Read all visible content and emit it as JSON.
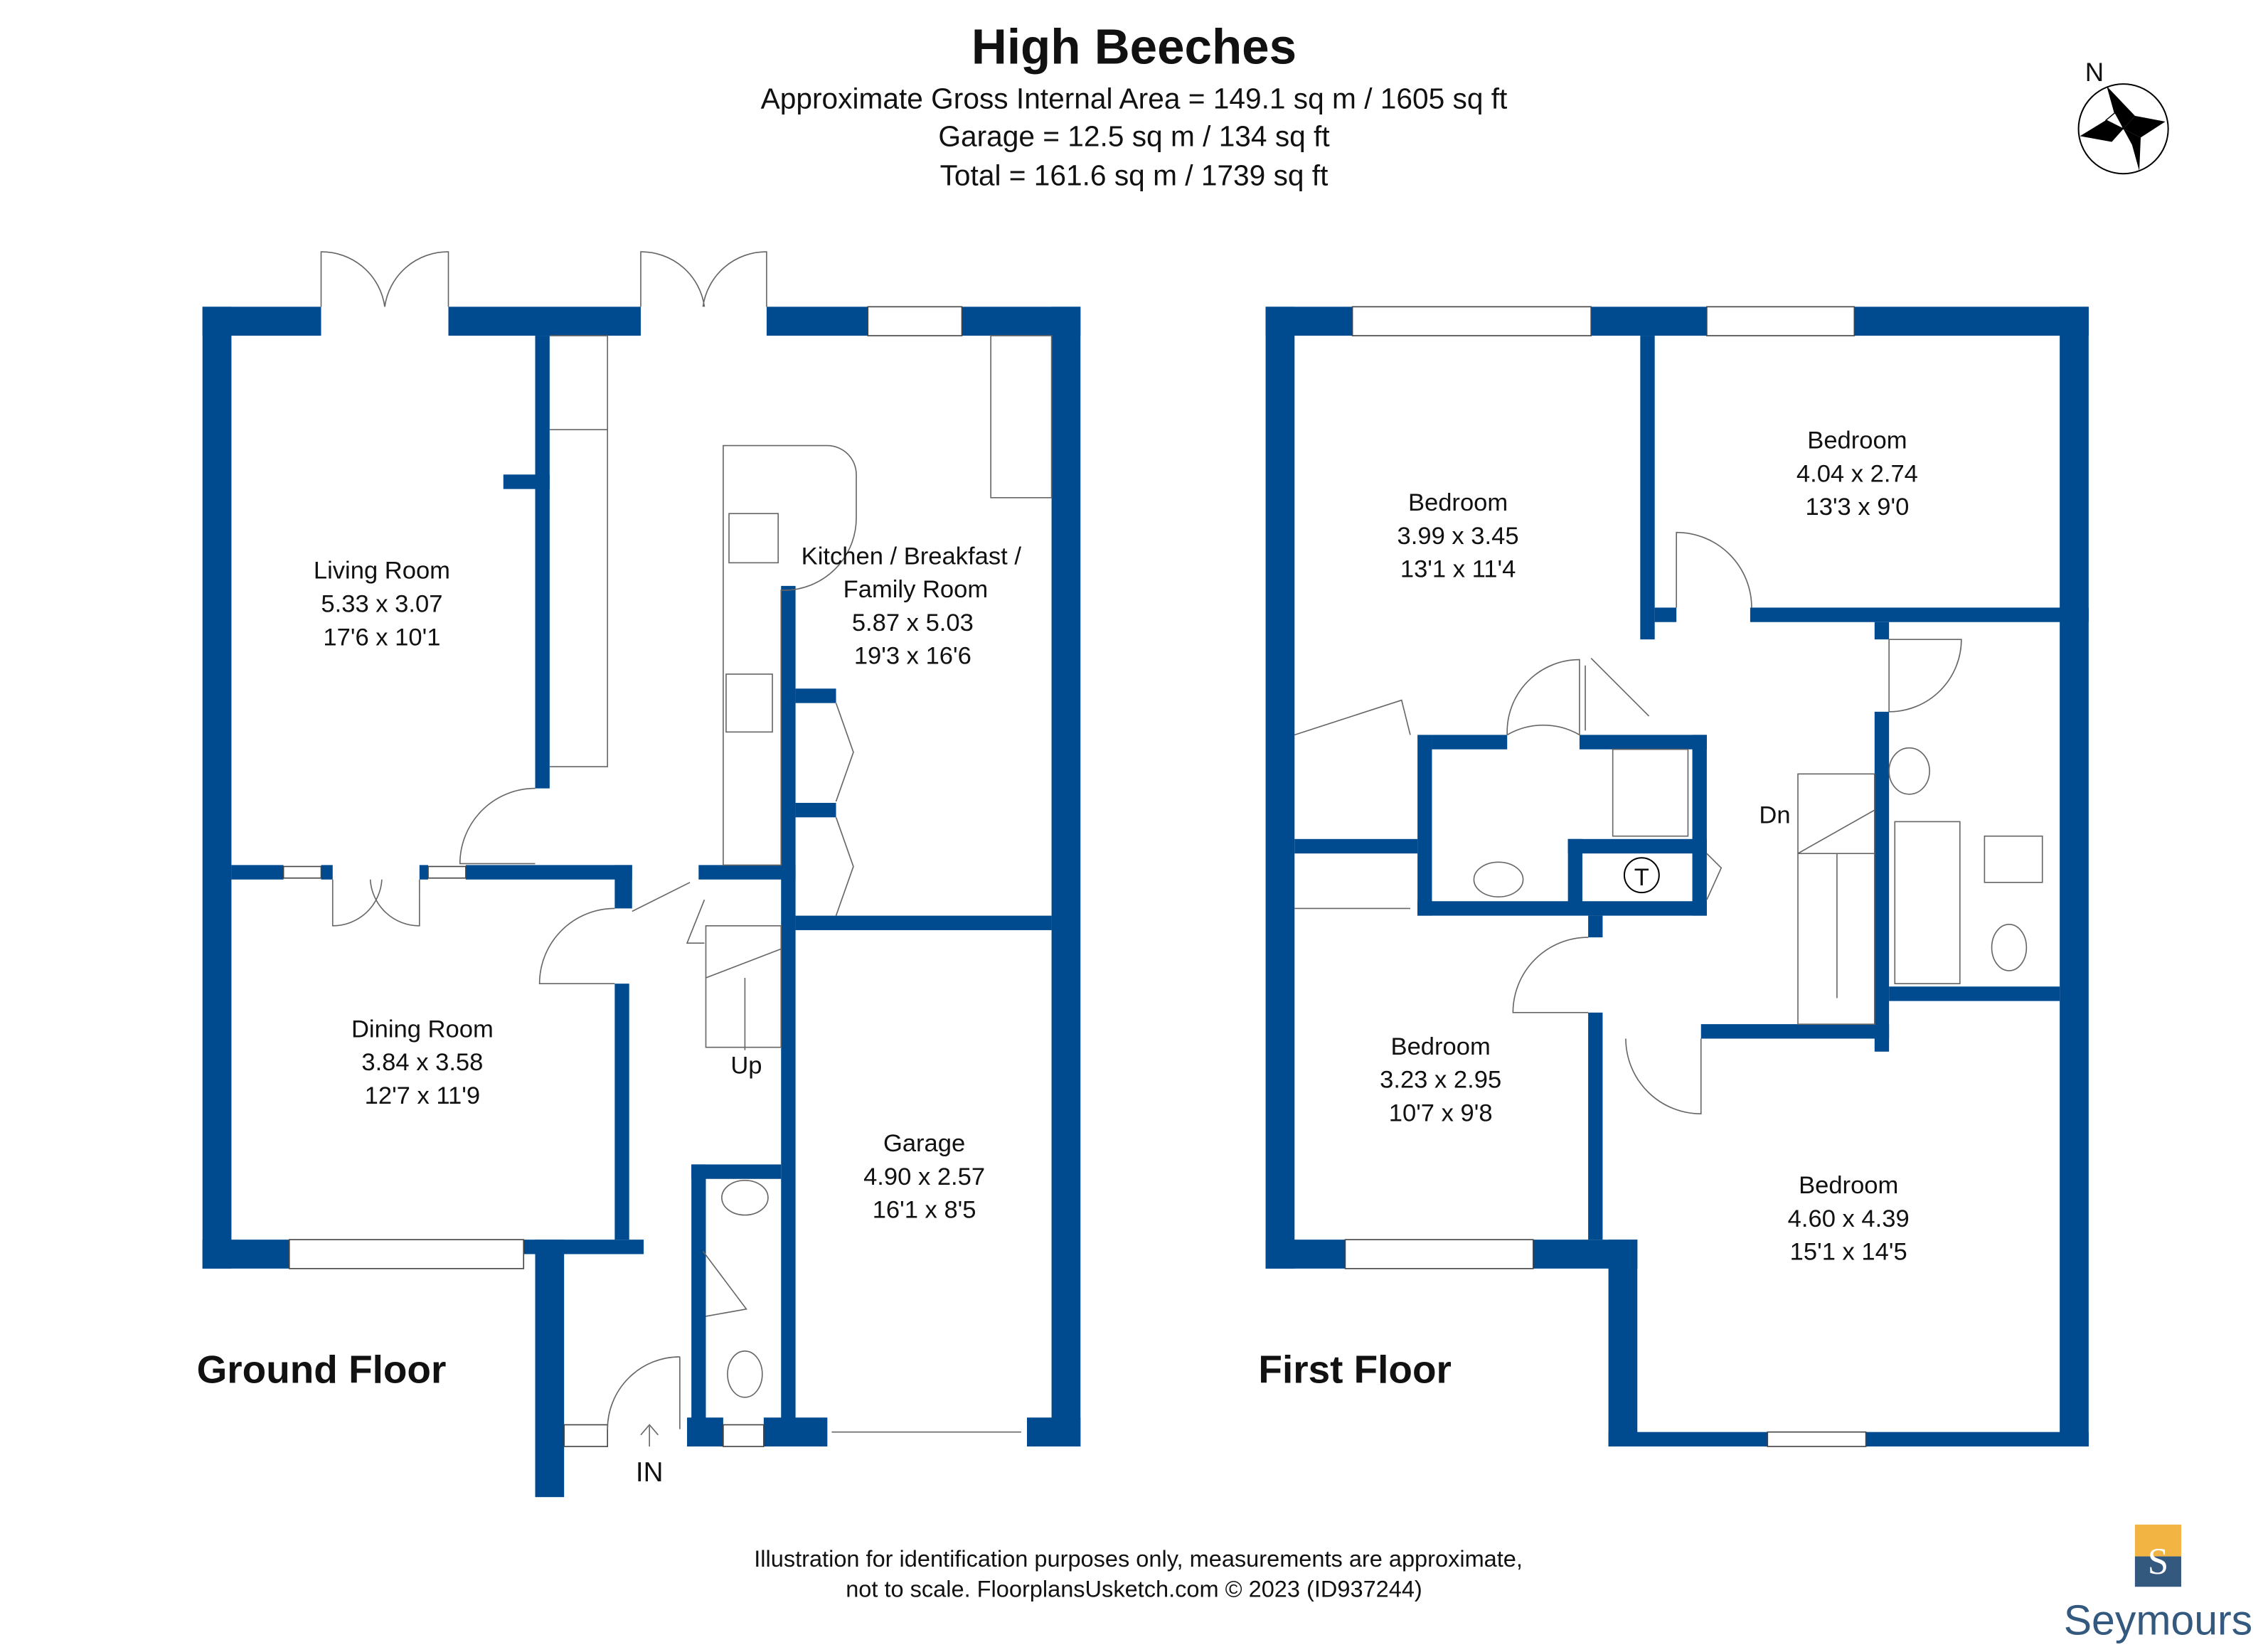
{
  "header": {
    "title": "High Beeches",
    "line1": "Approximate Gross Internal Area = 149.1 sq m / 1605 sq ft",
    "line2": "Garage = 12.5 sq m / 134 sq ft",
    "line3": "Total = 161.6 sq m / 1739 sq ft"
  },
  "compass": {
    "label": "N"
  },
  "ground_floor": {
    "label": "Ground Floor",
    "rooms": [
      {
        "name": "Living Room",
        "metric": "5.33 x 3.07",
        "imperial": "17'6 x 10'1"
      },
      {
        "name": "Kitchen / Breakfast /",
        "name2": "Family Room",
        "metric": "5.87 x 5.03",
        "imperial": "19'3 x 16'6"
      },
      {
        "name": "Dining Room",
        "metric": "3.84 x 3.58",
        "imperial": "12'7 x 11'9"
      },
      {
        "name": "Garage",
        "metric": "4.90 x 2.57",
        "imperial": "16'1 x 8'5"
      }
    ],
    "stairs": "Up",
    "entrance": "IN"
  },
  "first_floor": {
    "label": "First Floor",
    "rooms": [
      {
        "name": "Bedroom",
        "metric": "3.99 x 3.45",
        "imperial": "13'1 x 11'4"
      },
      {
        "name": "Bedroom",
        "metric": "4.04 x 2.74",
        "imperial": "13'3 x 9'0"
      },
      {
        "name": "Bedroom",
        "metric": "3.23 x 2.95",
        "imperial": "10'7 x 9'8"
      },
      {
        "name": "Bedroom",
        "metric": "4.60 x 4.39",
        "imperial": "15'1 x 14'5"
      }
    ],
    "stairs": "Dn",
    "cupboard": "T"
  },
  "footer": {
    "line1": "Illustration for identification purposes only, measurements are approximate,",
    "line2": "not to scale. FloorplansUsketch.com © 2023 (ID937244)"
  },
  "logo": {
    "letter": "S",
    "name": "Seymours",
    "colors": {
      "top": "#f2b443",
      "bottom": "#34597f"
    }
  },
  "colors": {
    "wall": "#004a8f"
  }
}
